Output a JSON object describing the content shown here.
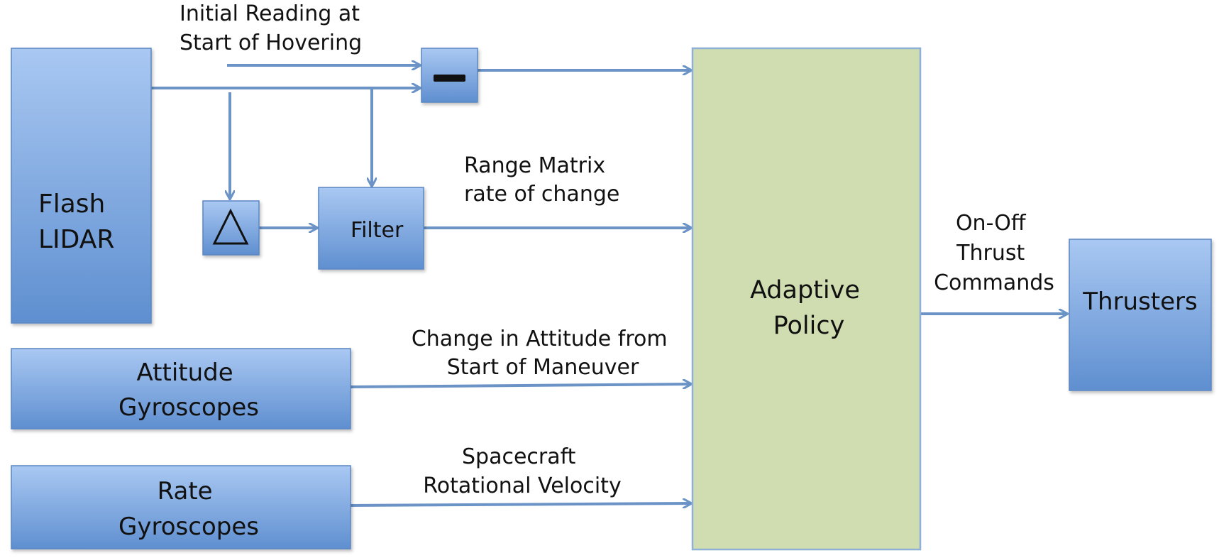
{
  "blocks": {
    "flash_lidar": {
      "lines": [
        "Flash",
        "LIDAR"
      ]
    },
    "subtract": {
      "symbol": "−"
    },
    "delta": {
      "symbol": "△"
    },
    "filter": {
      "label": "Filter"
    },
    "attitude_gyros": {
      "lines": [
        "Attitude",
        "Gyroscopes"
      ]
    },
    "rate_gyros": {
      "lines": [
        "Rate",
        "Gyroscopes"
      ]
    },
    "adaptive_policy": {
      "lines": [
        "Adaptive",
        "Policy"
      ]
    },
    "thrusters": {
      "label": "Thrusters"
    }
  },
  "signals": {
    "initial_reading": [
      "Initial Reading at",
      "Start of Hovering"
    ],
    "range_matrix": [
      "Range Matrix",
      "rate of change"
    ],
    "attitude_change": [
      "Change in Attitude from",
      "Start of Maneuver"
    ],
    "rotational_velocity": [
      "Spacecraft",
      "Rotational Velocity"
    ],
    "thrust_commands": [
      "On-Off",
      "Thrust",
      "Commands"
    ]
  },
  "colors": {
    "block_top": "#a9c8f2",
    "block_bottom": "#5f8fd0",
    "block_border": "#5a86c2",
    "connector": "#6b93c6",
    "policy_fill": "#d0ddb0",
    "policy_border": "#8eb0d6"
  }
}
